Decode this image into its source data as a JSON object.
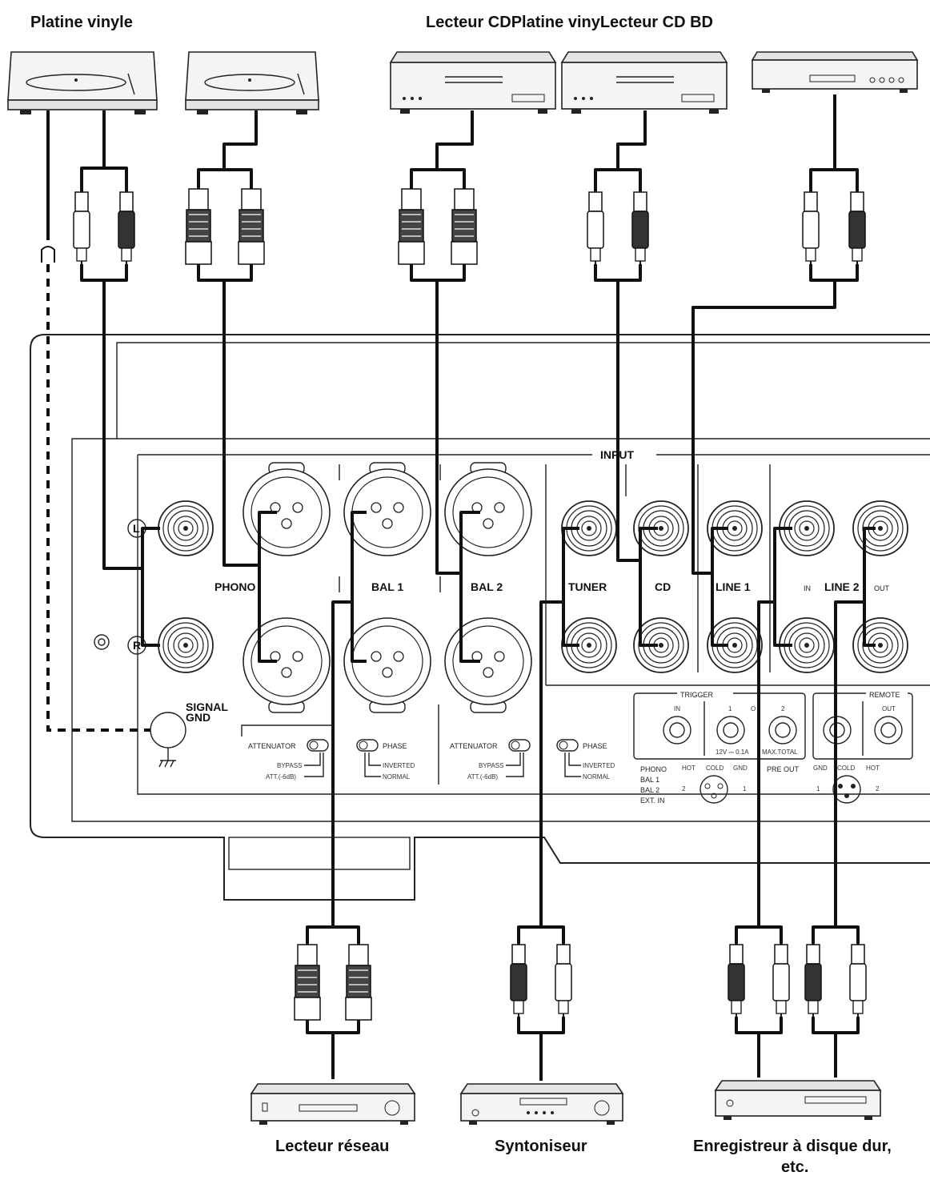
{
  "labels": {
    "top_platine": "Platine vinyle",
    "top_overlap": "Lecteur CDPlatine vinyLecteur CD BD",
    "bottom_network": "Lecteur réseau",
    "bottom_tuner": "Syntoniseur",
    "bottom_recorder_line1": "Enregistreur à disque dur,",
    "bottom_recorder_line2": "etc."
  },
  "panel": {
    "input": "INPUT",
    "phono": "PHONO",
    "bal1": "BAL 1",
    "bal2": "BAL 2",
    "tuner": "TUNER",
    "cd": "CD",
    "line1": "LINE 1",
    "line2": "LINE 2",
    "line2_in": "IN",
    "line2_out": "OUT",
    "channel_l": "L",
    "channel_r": "R",
    "signal_gnd_1": "SIGNAL",
    "signal_gnd_2": "GND",
    "attenuator": "ATTENUATOR",
    "bypass": "BYPASS",
    "att_6db": "ATT.(-6dB)",
    "phase": "PHASE",
    "inverted": "INVERTED",
    "normal": "NORMAL",
    "trigger": "TRIGGER",
    "trigger_in": "IN",
    "trigger_1": "1",
    "trigger_o": "O",
    "trigger_2": "2",
    "trigger_spec": "12V ⎓ 0.1A",
    "trigger_max": "MAX.TOTAL",
    "remote": "REMOTE",
    "remote_out": "OUT",
    "phono_list_1": "PHONO",
    "phono_list_2": "BAL 1",
    "phono_list_3": "BAL 2",
    "phono_list_4": "EXT. IN",
    "hot": "HOT",
    "cold": "COLD",
    "gnd": "GND",
    "pin_1": "1",
    "pin_2": "2",
    "pre_out": "PRE OUT"
  }
}
